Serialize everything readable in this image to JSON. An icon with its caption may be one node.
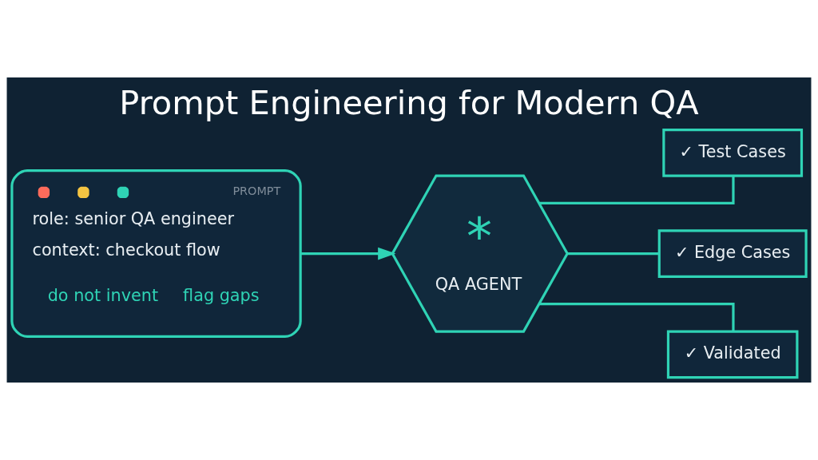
{
  "diagram": {
    "title": "Prompt Engineering for Modern QA",
    "nodes": [
      {
        "text": [
          "PROMPT",
          "role: senior QA engineer",
          "context: checkout flow",
          "do not invent",
          "flag gaps"
        ]
      },
      {
        "text": [
          "*",
          "QA AGENT"
        ]
      },
      {
        "text": [
          "✓ Test Cases"
        ]
      },
      {
        "text": [
          "✓ Edge Cases"
        ]
      },
      {
        "text": [
          "✓ Validated"
        ]
      }
    ],
    "edges": [
      {
        "from": 0,
        "to": 1,
        "arrow": "to"
      },
      {
        "from": 1,
        "to": 2,
        "arrow": "none"
      },
      {
        "from": 1,
        "to": 3,
        "arrow": "none"
      },
      {
        "from": 1,
        "to": 4,
        "arrow": "none"
      }
    ]
  }
}
